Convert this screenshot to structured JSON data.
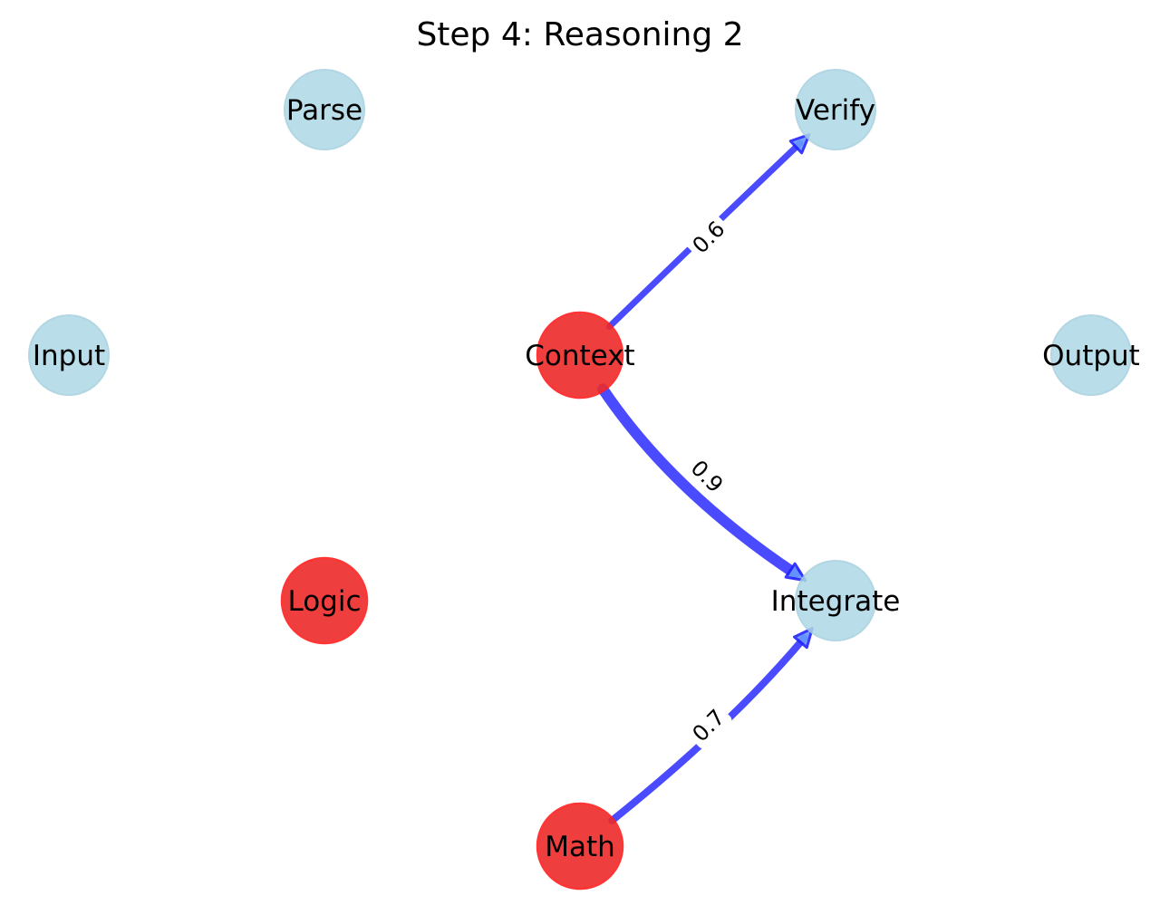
{
  "title": "Step 4: Reasoning 2",
  "colors": {
    "inactive_node": "#add8e6",
    "active_node": "#ee2a2a",
    "active_node_stroke": "#ff2020",
    "edge": "#2222ff",
    "arrow_head": "#6699ff",
    "label_bg": "#ffffff"
  },
  "nodes": [
    {
      "id": "input",
      "label": "Input",
      "active": false
    },
    {
      "id": "parse",
      "label": "Parse",
      "active": false
    },
    {
      "id": "context",
      "label": "Context",
      "active": true
    },
    {
      "id": "logic",
      "label": "Logic",
      "active": true
    },
    {
      "id": "math",
      "label": "Math",
      "active": true
    },
    {
      "id": "verify",
      "label": "Verify",
      "active": false
    },
    {
      "id": "integrate",
      "label": "Integrate",
      "active": false
    },
    {
      "id": "output",
      "label": "Output",
      "active": false
    }
  ],
  "edges": [
    {
      "from": "context",
      "to": "verify",
      "weight": "0.6"
    },
    {
      "from": "context",
      "to": "integrate",
      "weight": "0.9"
    },
    {
      "from": "math",
      "to": "integrate",
      "weight": "0.7"
    }
  ]
}
